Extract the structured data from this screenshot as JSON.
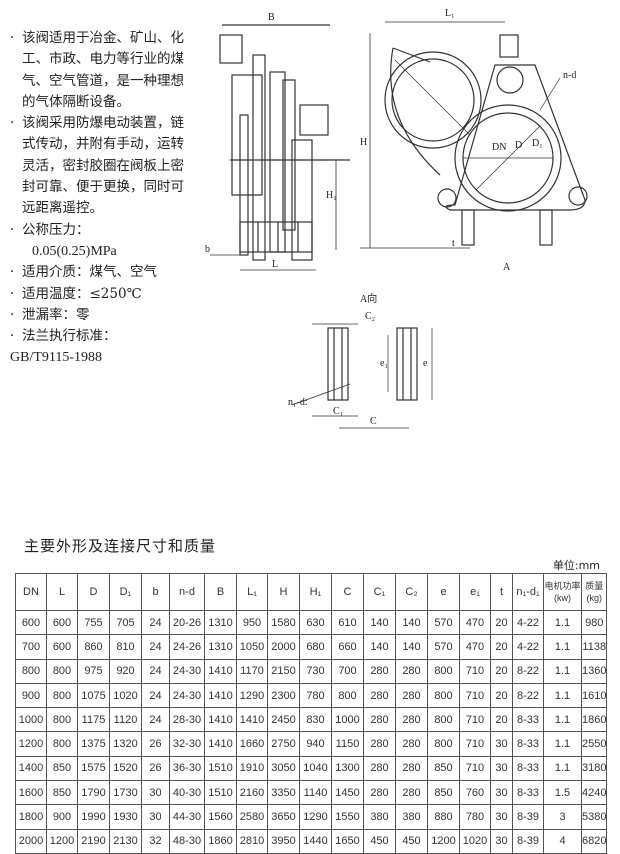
{
  "specs": {
    "p1": "该阀适用于冶金、矿山、化工、市政、电力等行业的煤气、空气管道，是一种理想的气体隔断设备。",
    "p2": "该阀采用防爆电动装置，链式传动，并附有手动，运转灵活，密封胶圈在阀板上密封可靠、便于更换，同时可远距离遥控。",
    "p3_label": "公称压力：",
    "p3_value": "0.05(0.25)MPa",
    "p4": "适用介质：煤气、空气",
    "p5": "适用温度：≤250℃",
    "p6": "泄漏率：零",
    "p7_label": "法兰执行标准：",
    "p7_value": "GB/T9115-1988"
  },
  "drawing_labels": {
    "B": "B",
    "L": "L",
    "b": "b",
    "H1": "H₁",
    "H": "H",
    "L1": "L₁",
    "nd": "n-d",
    "DN": "DN",
    "D": "D",
    "D1": "D₁",
    "t": "t",
    "A": "A",
    "view": "A向",
    "C2": "C₂",
    "C1": "C₁",
    "C": "C",
    "n1d": "n₁-d:",
    "e": "e",
    "e1": "e₁"
  },
  "table": {
    "title": "主要外形及连接尺寸和质量",
    "unit": "单位:mm",
    "headers": [
      "DN",
      "L",
      "D",
      "D₁",
      "b",
      "n-d",
      "B",
      "L₁",
      "H",
      "H₁",
      "C",
      "C₁",
      "C₂",
      "e",
      "e₁",
      "t",
      "n₁-d₁",
      "电机功率(kw)",
      "质量(kg)"
    ],
    "rows": [
      [
        "600",
        "600",
        "755",
        "705",
        "24",
        "20-26",
        "1310",
        "950",
        "1580",
        "630",
        "610",
        "140",
        "140",
        "570",
        "470",
        "20",
        "4-22",
        "1.1",
        "980"
      ],
      [
        "700",
        "600",
        "860",
        "810",
        "24",
        "24-26",
        "1310",
        "1050",
        "2000",
        "680",
        "660",
        "140",
        "140",
        "570",
        "470",
        "20",
        "4-22",
        "1.1",
        "1138"
      ],
      [
        "800",
        "800",
        "975",
        "920",
        "24",
        "24-30",
        "1410",
        "1170",
        "2150",
        "730",
        "700",
        "280",
        "280",
        "800",
        "710",
        "20",
        "8-22",
        "1.1",
        "1360"
      ],
      [
        "900",
        "800",
        "1075",
        "1020",
        "24",
        "24-30",
        "1410",
        "1290",
        "2300",
        "780",
        "800",
        "280",
        "280",
        "800",
        "710",
        "20",
        "8-22",
        "1.1",
        "1610"
      ],
      [
        "1000",
        "800",
        "1175",
        "1120",
        "24",
        "28-30",
        "1410",
        "1410",
        "2450",
        "830",
        "1000",
        "280",
        "280",
        "800",
        "710",
        "20",
        "8-33",
        "1.1",
        "1860"
      ],
      [
        "1200",
        "800",
        "1375",
        "1320",
        "26",
        "32-30",
        "1410",
        "1660",
        "2750",
        "940",
        "1150",
        "280",
        "280",
        "800",
        "710",
        "30",
        "8-33",
        "1.1",
        "2550"
      ],
      [
        "1400",
        "850",
        "1575",
        "1520",
        "26",
        "36-30",
        "1510",
        "1910",
        "3050",
        "1040",
        "1300",
        "280",
        "280",
        "850",
        "710",
        "30",
        "8-33",
        "1.1",
        "3180"
      ],
      [
        "1600",
        "850",
        "1790",
        "1730",
        "30",
        "40-30",
        "1510",
        "2160",
        "3350",
        "1140",
        "1450",
        "280",
        "280",
        "850",
        "760",
        "30",
        "8-33",
        "1.5",
        "4240"
      ],
      [
        "1800",
        "900",
        "1990",
        "1930",
        "30",
        "44-30",
        "1560",
        "2580",
        "3650",
        "1290",
        "1550",
        "380",
        "380",
        "880",
        "780",
        "30",
        "8-39",
        "3",
        "5380"
      ],
      [
        "2000",
        "1200",
        "2190",
        "2130",
        "32",
        "48-30",
        "1860",
        "2810",
        "3950",
        "1440",
        "1650",
        "450",
        "450",
        "1200",
        "1020",
        "30",
        "8-39",
        "4",
        "6820"
      ]
    ]
  }
}
